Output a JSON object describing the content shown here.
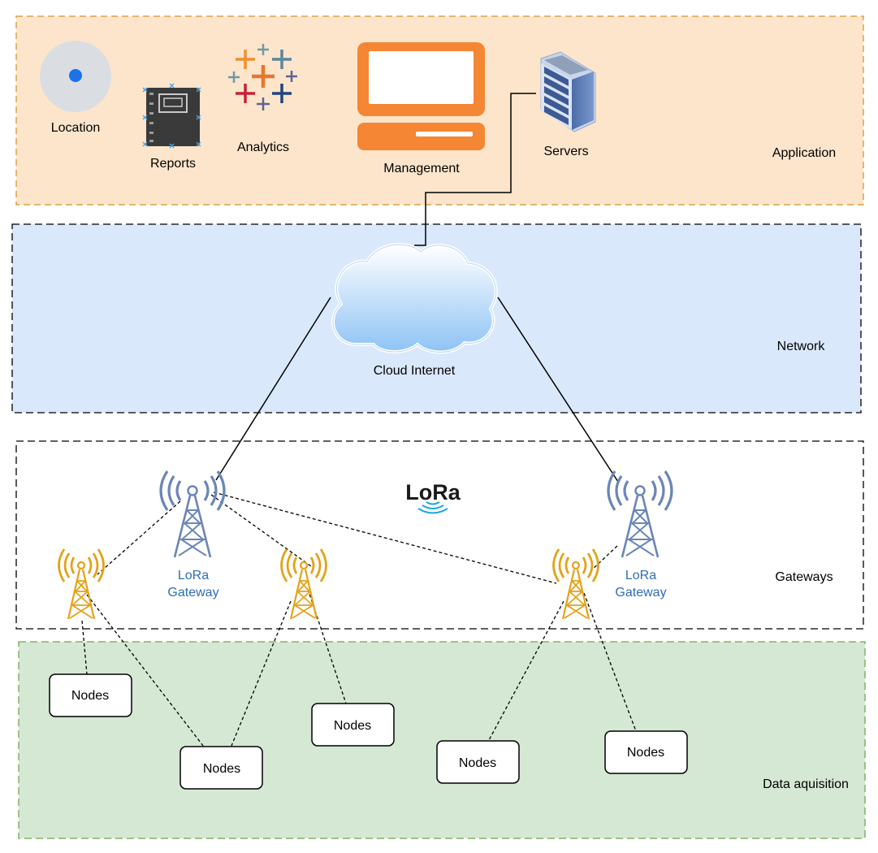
{
  "layers": {
    "application": "Application",
    "network": "Network",
    "gateways": "Gateways",
    "data": "Data aquisition"
  },
  "apps": {
    "location": "Location",
    "reports": "Reports",
    "analytics": "Analytics",
    "management": "Management",
    "servers": "Servers"
  },
  "cloud": "Cloud Internet",
  "lora_logo": "LoRa",
  "gateway": {
    "line1": "LoRa",
    "line2": "Gateway"
  },
  "node_label": "Nodes",
  "colors": {
    "application_bg": "#fde5cc",
    "application_border": "#d7a54a",
    "network_bg": "#dae8fc",
    "data_bg": "#d5e8d4",
    "orange": "#f58634",
    "antenna_gold": "#e3a21a",
    "gateway_blue": "#6a86b8",
    "text_blue": "#2f6db5"
  },
  "icons": [
    "location-pin-icon",
    "reports-notebook-icon",
    "analytics-logo-icon",
    "management-computer-icon",
    "server-rack-icon",
    "cloud-icon",
    "lora-gateway-tower-icon",
    "antenna-tower-icon"
  ]
}
